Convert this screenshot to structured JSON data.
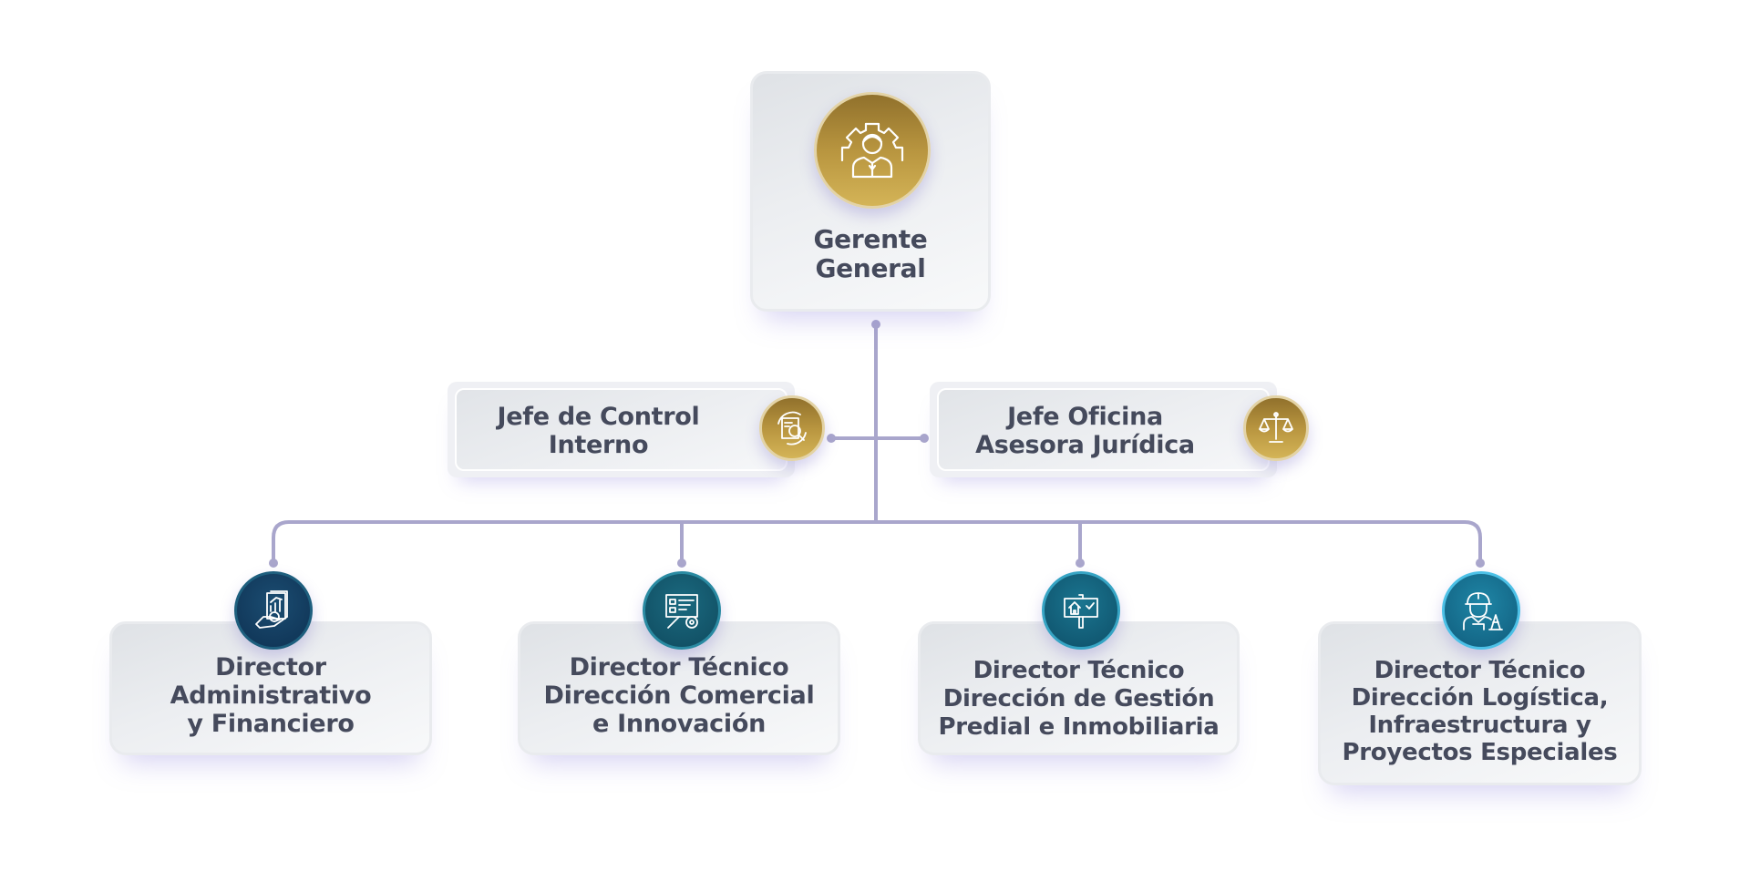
{
  "nodes": {
    "gerente": {
      "line1": "Gerente",
      "line2": "General",
      "icon": "executive-gear-icon"
    },
    "control_interno": {
      "line1": "Jefe de Control",
      "line2": "Interno",
      "icon": "audit-search-icon"
    },
    "juridica": {
      "line1": "Jefe Oficina",
      "line2": "Asesora Jurídica",
      "icon": "scales-justice-icon"
    },
    "administrativo": {
      "line1": "Director",
      "line2": "Administrativo",
      "line3": "y Financiero",
      "icon": "finance-hand-icon"
    },
    "comercial": {
      "line1": "Director Técnico",
      "line2": "Dirección Comercial",
      "line3": "e Innovación",
      "icon": "presentation-gear-icon"
    },
    "predial": {
      "line1": "Director Técnico",
      "line2": "Dirección de Gestión",
      "line3": "Predial e Inmobiliaria",
      "icon": "property-sign-icon"
    },
    "logistica": {
      "line1": "Director Técnico",
      "line2": "Dirección Logística,",
      "line3": "Infraestructura y",
      "line4": "Proyectos Especiales",
      "icon": "construction-worker-icon"
    }
  },
  "colors": {
    "connector": "#a9a6cc",
    "text": "#454a5c",
    "gold": "#b8953f",
    "navy": "#0e3152",
    "teal": "#1a7590"
  }
}
